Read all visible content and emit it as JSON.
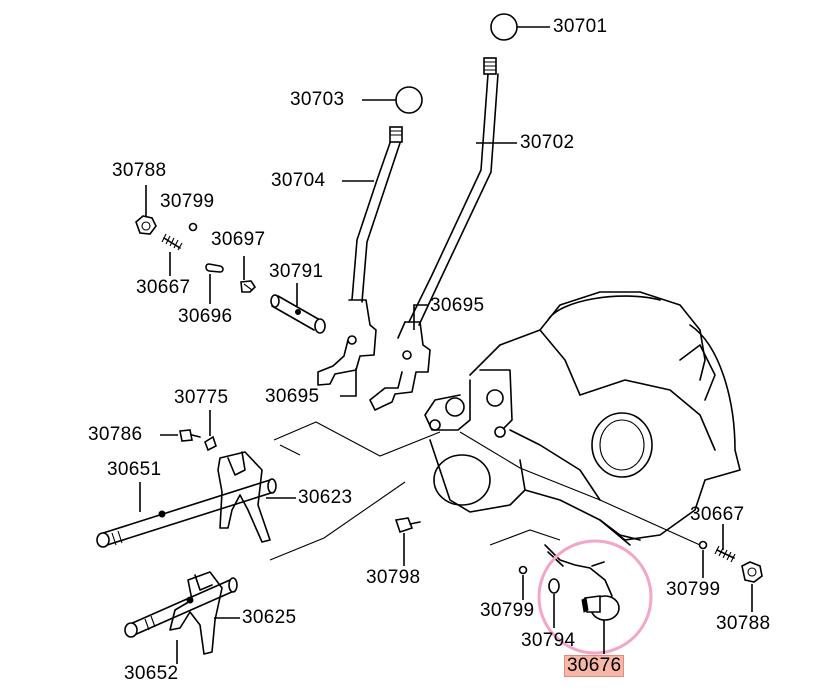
{
  "diagram": {
    "part_numbers": [
      "30701",
      "30703",
      "30702",
      "30704",
      "30788",
      "30799",
      "30697",
      "30667",
      "30791",
      "30696",
      "30695",
      "30695",
      "30775",
      "30786",
      "30651",
      "30623",
      "30798",
      "30667",
      "30799",
      "30799",
      "30788",
      "30625",
      "30794",
      "30652",
      "30676"
    ],
    "highlighted_part": "30676",
    "highlight_color": "#f6b7a8",
    "callout_ring_color": "#f4a6c8"
  }
}
